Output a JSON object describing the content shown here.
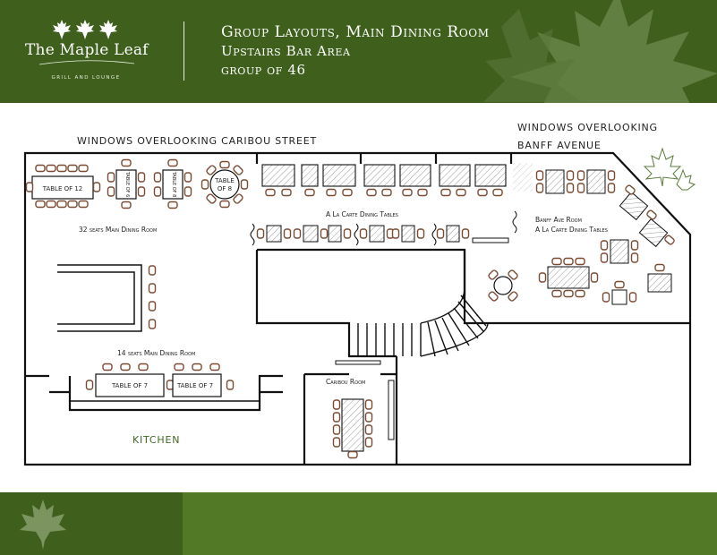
{
  "logo": {
    "name": "The Maple Leaf",
    "subtitle": "GRILL AND LOUNGE"
  },
  "header": {
    "line1": "Group Layouts, Main Dining Room",
    "line2": "Upstairs Bar Area",
    "line3": "group of 46"
  },
  "floorplan": {
    "windows_caribou": "WINDOWS OVERLOOKING CARIBOU STREET",
    "windows_banff_line1": "WINDOWS OVERLOOKING",
    "windows_banff_line2": "BANFF AVENUE",
    "table_of_12": "TABLE OF 12",
    "table_of_6": "TABLE OF 6",
    "table_of_8_rect": "TABLE OF 8",
    "table_of_8_round_line1": "TABLE",
    "table_of_8_round_line2": "OF 8",
    "seats_32": "32 seats Main Dining Room",
    "a_la_carte": "A La Carte Dining Tables",
    "banff_line1": "Banff Ave Room",
    "banff_line2": "A La Carte Dining Tables",
    "seats_14": "14 seats Main Dining Room",
    "table_of_7_left": "TABLE OF 7",
    "table_of_7_right": "TABLE OF 7",
    "caribou_room": "Caribou Room",
    "kitchen": "KITCHEN"
  },
  "colors": {
    "dark_green": "#3f5f1d",
    "mid_green": "#527a26",
    "chair_brown": "#7a4a32",
    "kitchen_text": "#3e6a22"
  }
}
